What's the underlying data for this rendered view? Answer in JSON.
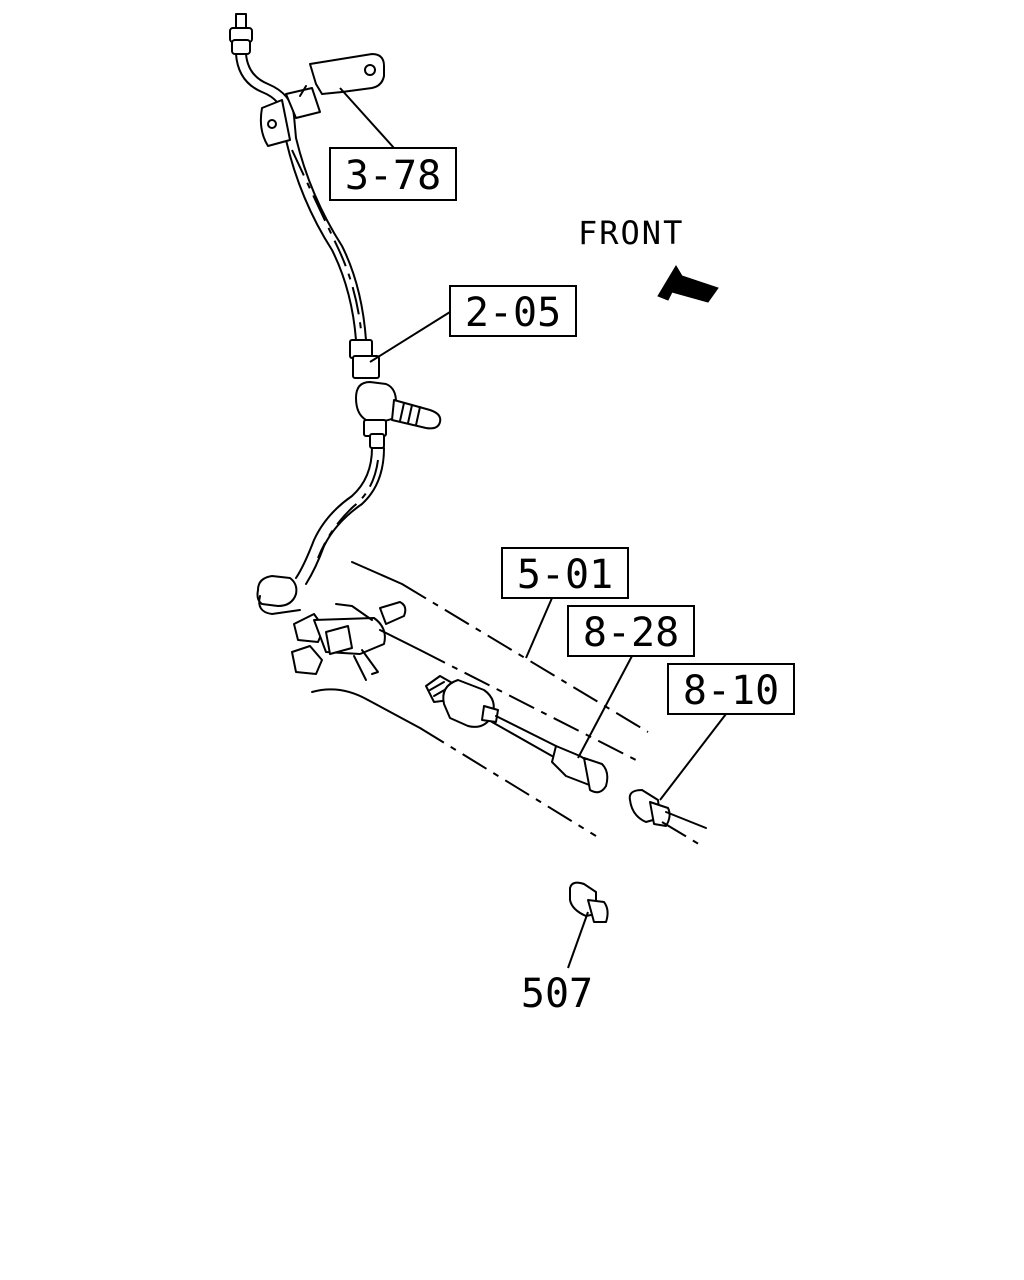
{
  "direction": {
    "label": "FRONT",
    "icon": "front-arrow-icon"
  },
  "callouts": [
    {
      "id": "c1",
      "text": "3-78"
    },
    {
      "id": "c2",
      "text": "2-05"
    },
    {
      "id": "c3",
      "text": "5-01"
    },
    {
      "id": "c4",
      "text": "8-28"
    },
    {
      "id": "c5",
      "text": "8-10"
    },
    {
      "id": "c6",
      "text": "507"
    }
  ]
}
